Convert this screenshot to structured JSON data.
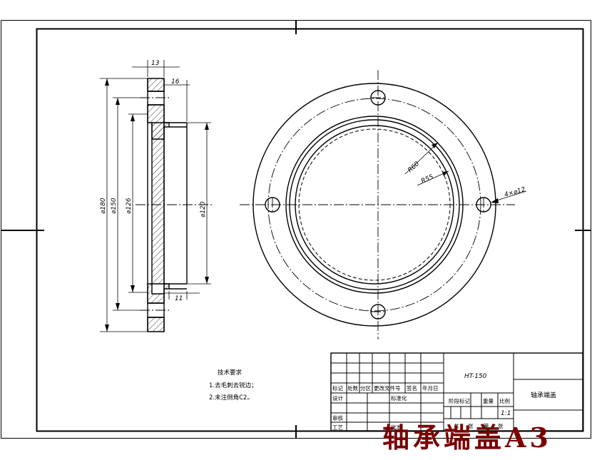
{
  "drawing": {
    "part_name": "轴承端盖",
    "material": "HT-150",
    "scale": "1:1",
    "watermark": "轴承端盖A3"
  },
  "dimensions": {
    "width_13": "13",
    "width_16": "16",
    "width_11": "11",
    "dia_180": "⌀180",
    "dia_150": "⌀150",
    "dia_126": "⌀126",
    "dia_120": "⌀120",
    "radius_60": "R60",
    "radius_55": "R55",
    "holes": "4×⌀12"
  },
  "notes": {
    "title": "技术要求",
    "line1": "1.去毛刺去锐边；",
    "line2": "2.未注倒角C2。"
  },
  "title_block": {
    "h_mark": "标记",
    "h_count": "处数",
    "h_zone": "分区",
    "h_docno": "更改文件号",
    "h_sign": "签名",
    "h_date": "年月日",
    "design": "设计",
    "standardize": "标准化",
    "stage_mark": "阶段标记",
    "weight": "重量",
    "scale_h": "比例",
    "review": "审核",
    "process": "工艺",
    "approve": "批准",
    "total": "共",
    "sheet_zhang": "张",
    "no": "第",
    "sheet_zhang2": "张"
  }
}
